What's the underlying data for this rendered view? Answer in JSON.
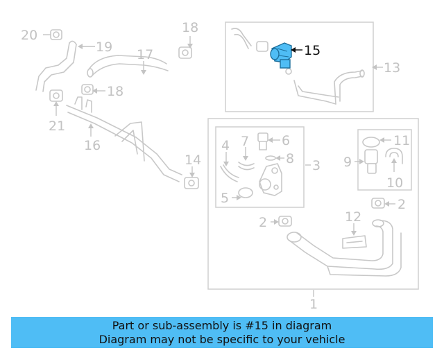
{
  "callouts": {
    "c1": "1",
    "c2a": "2",
    "c2b": "2",
    "c3": "3",
    "c4": "4",
    "c5": "5",
    "c6": "6",
    "c7": "7",
    "c8": "8",
    "c9": "9",
    "c10": "10",
    "c11": "11",
    "c12": "12",
    "c13": "13",
    "c14": "14",
    "c15": "15",
    "c16": "16",
    "c17": "17",
    "c18a": "18",
    "c18b": "18",
    "c19": "19",
    "c20": "20",
    "c21": "21"
  },
  "highlight": {
    "part_number": "15",
    "color": "#4fbdf5",
    "outline": "#1d6f9c"
  },
  "banner": {
    "line1": "Part or sub-assembly is #15 in diagram",
    "line2": "Diagram may not be specific to your vehicle",
    "background": "#4fbdf5"
  }
}
